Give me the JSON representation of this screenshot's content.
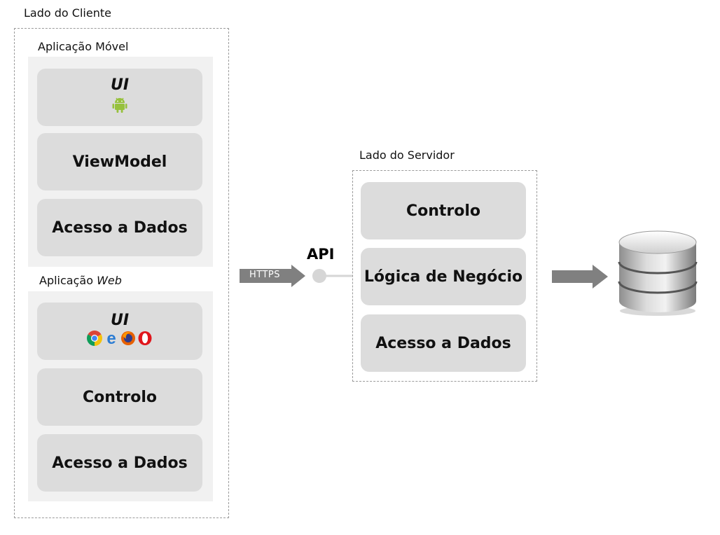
{
  "client": {
    "title": "Lado do Cliente",
    "mobile": {
      "title": "Aplicação Móvel",
      "layers": {
        "ui": "UI",
        "viewmodel": "ViewModel",
        "data": "Acesso a Dados"
      }
    },
    "web": {
      "title_prefix": "Aplicação ",
      "title_italic": "Web",
      "layers": {
        "ui": "UI",
        "control": "Controlo",
        "data": "Acesso a Dados"
      }
    }
  },
  "connector": {
    "protocol": "HTTPS",
    "api": "API"
  },
  "server": {
    "title": "Lado do Servidor",
    "layers": {
      "control": "Controlo",
      "logic": "Lógica de Negócio",
      "data": "Acesso a Dados"
    }
  },
  "icons": [
    "android-icon",
    "chrome-icon",
    "edge-icon",
    "firefox-icon",
    "opera-icon",
    "database-icon"
  ],
  "colors": {
    "box": "#dcdcdc",
    "panel": "#f1f1f1",
    "arrow": "#808080",
    "android": "#97c13d"
  }
}
